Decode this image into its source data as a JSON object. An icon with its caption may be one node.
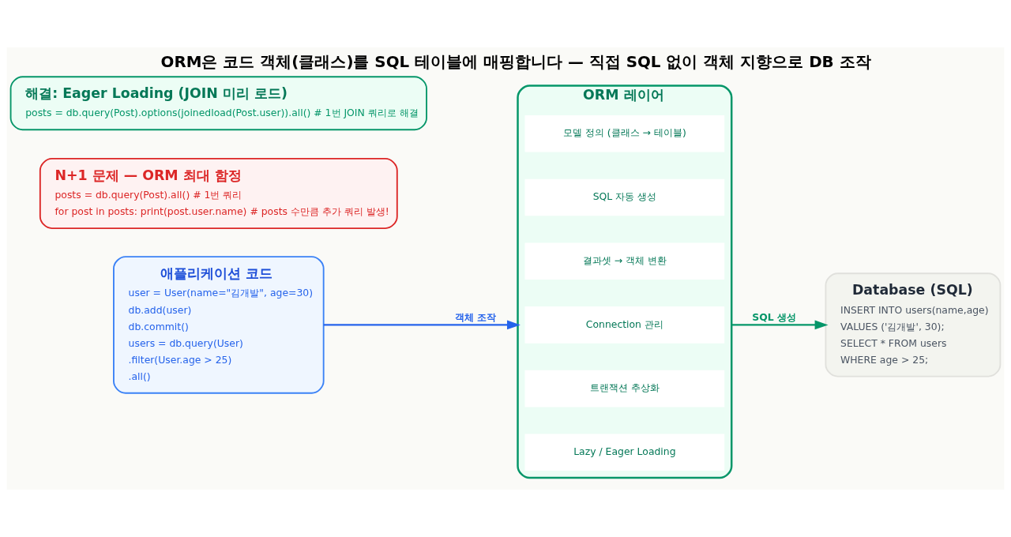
{
  "diagram": {
    "title": "ORM은 코드 객체(클래스)를 SQL 테이블에 매핑합니다 — 직접 SQL 없이 객체 지향으로 DB 조작",
    "nodes": [
      {
        "text": [
          "애플리케이션 코드",
          "user = User(name=\"김개발\", age=30)",
          "db.add(user)",
          "db.commit()",
          "users = db.query(User)",
          ".filter(User.age > 25)",
          ".all()"
        ]
      },
      {
        "text": [
          "ORM 레이어"
        ]
      },
      {
        "text": [
          "모델 정의 (클래스 → 테이블)"
        ],
        "in": 1
      },
      {
        "text": [
          "SQL 자동 생성"
        ],
        "in": 1
      },
      {
        "text": [
          "결과셋 → 객체 변환"
        ],
        "in": 1
      },
      {
        "text": [
          "Connection 관리"
        ],
        "in": 1
      },
      {
        "text": [
          "트랜잭션 추상화"
        ],
        "in": 1
      },
      {
        "text": [
          "Lazy / Eager Loading"
        ],
        "in": 1
      },
      {
        "text": [
          "Database (SQL)",
          "INSERT INTO users(name,age)",
          "VALUES ('김개발', 30);",
          "SELECT * FROM users",
          "WHERE age > 25;"
        ]
      },
      {
        "text": [
          "N+1 문제 — ORM 최대 함정",
          "posts = db.query(Post).all() # 1번 쿼리",
          "for post in posts: print(post.user.name) # posts 수만큼 추가 쿼리 발생!"
        ]
      },
      {
        "text": [
          "해결: Eager Loading (JOIN 미리 로드)",
          "posts = db.query(Post).options(joinedload(Post.user)).all() # 1번 JOIN 쿼리로 해결"
        ]
      }
    ],
    "edges": [
      {
        "from": 0,
        "to": 1,
        "arrow": "to",
        "label": "객체 조작",
        "color": "#2563eb"
      },
      {
        "from": 1,
        "to": 8,
        "arrow": "to",
        "label": "SQL 생성",
        "color": "#059669"
      }
    ]
  }
}
